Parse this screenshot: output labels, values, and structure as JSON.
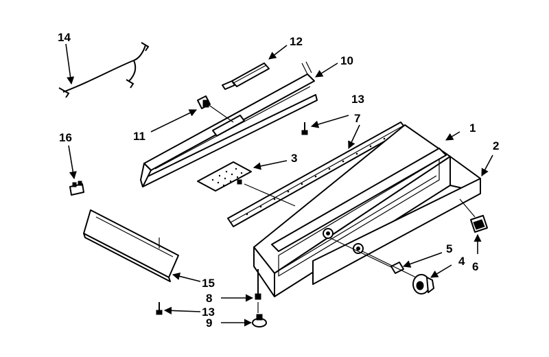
{
  "diagram": {
    "callouts": [
      "14",
      "12",
      "10",
      "13",
      "7",
      "1",
      "2",
      "16",
      "11",
      "3",
      "5",
      "4",
      "6",
      "15",
      "8",
      "13",
      "9"
    ]
  }
}
